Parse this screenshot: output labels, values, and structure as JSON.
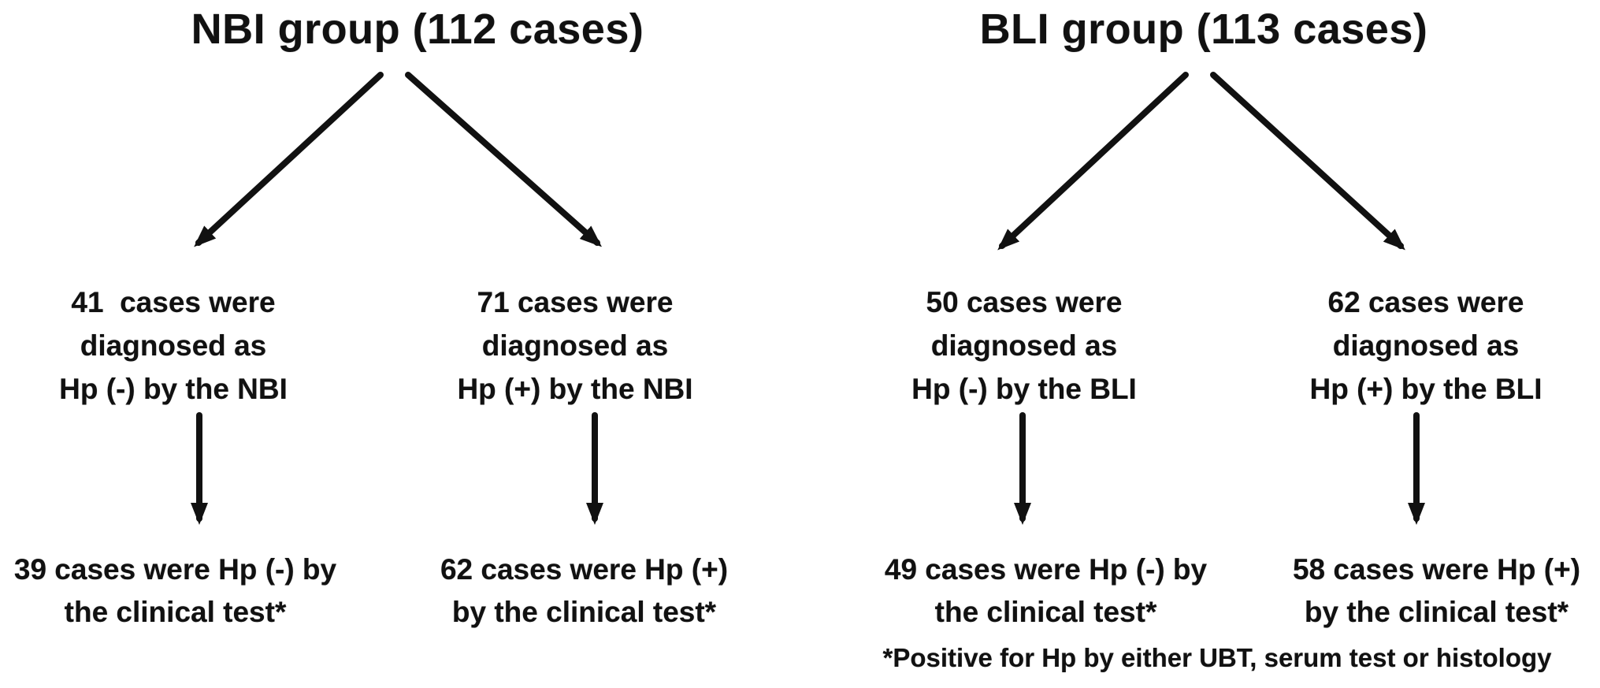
{
  "figure": {
    "background_color": "#ffffff",
    "text_color": "#111111",
    "arrow_color": "#111111",
    "groups": [
      {
        "title": "NBI group (112 cases)",
        "branches": [
          {
            "diagnosis_lines": [
              "41  cases were",
              "diagnosed as",
              "Hp (-) by the NBI"
            ],
            "outcome_lines": [
              "39 cases were Hp (-) by",
              "the clinical test*"
            ]
          },
          {
            "diagnosis_lines": [
              "71 cases were",
              "diagnosed as",
              "Hp (+) by the NBI"
            ],
            "outcome_lines": [
              "62 cases were Hp (+)",
              "by the clinical test*"
            ]
          }
        ]
      },
      {
        "title": "BLI group (113 cases)",
        "branches": [
          {
            "diagnosis_lines": [
              "50 cases were",
              "diagnosed as",
              "Hp (-) by the BLI"
            ],
            "outcome_lines": [
              "49 cases were Hp (-) by",
              "the clinical test*"
            ]
          },
          {
            "diagnosis_lines": [
              "62 cases were",
              "diagnosed as",
              "Hp (+) by the BLI"
            ],
            "outcome_lines": [
              "58 cases were Hp (+)",
              "by the clinical test*"
            ]
          }
        ]
      }
    ],
    "footnote": "*Positive for Hp by either UBT, serum test or histology"
  }
}
